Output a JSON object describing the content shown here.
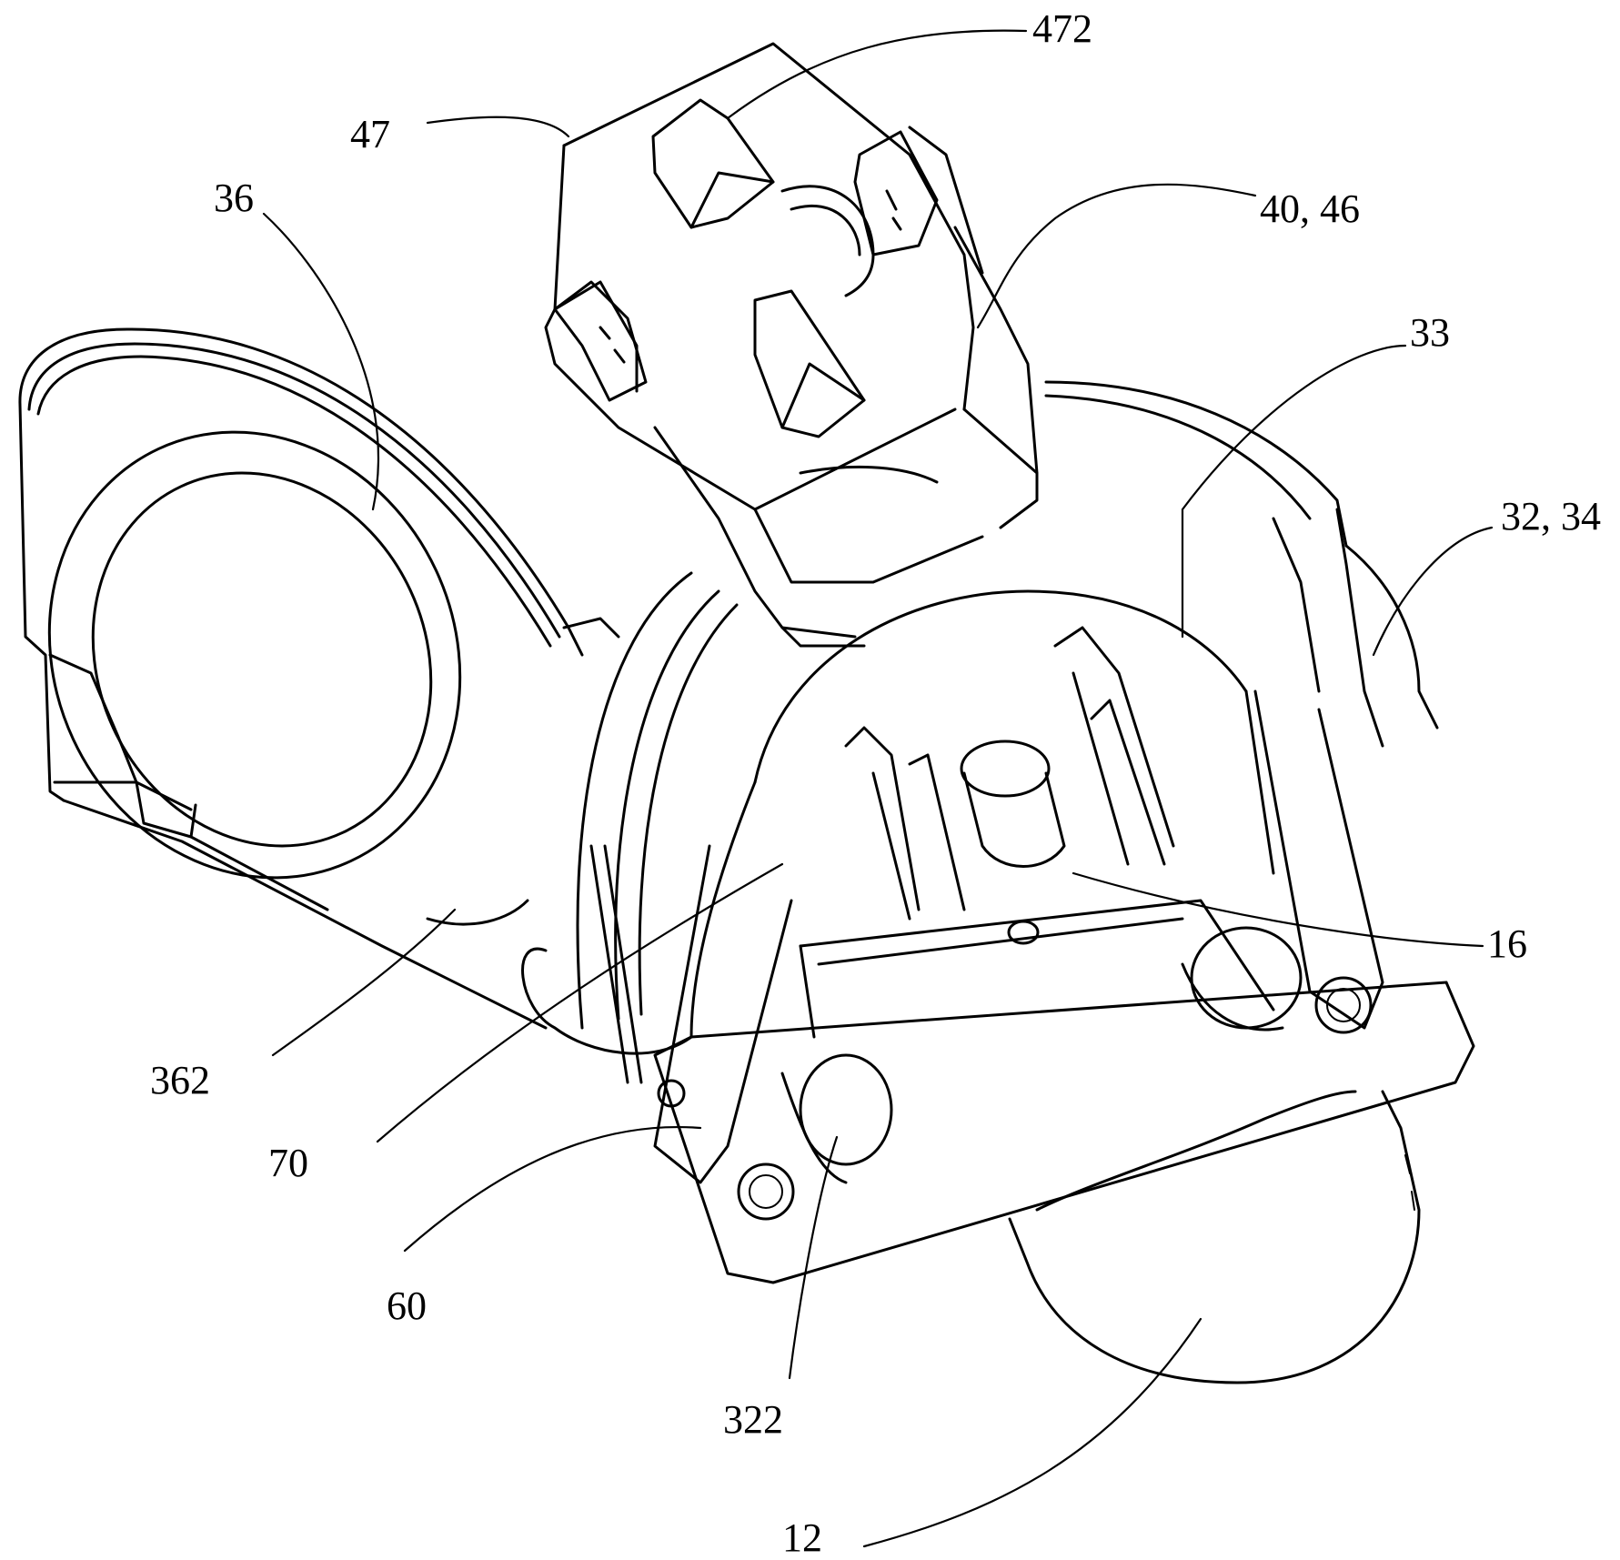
{
  "labels": {
    "l472": "472",
    "l47": "47",
    "l36": "36",
    "l4046": "40, 46",
    "l33": "33",
    "l3234": "32, 34",
    "l16": "16",
    "l362": "362",
    "l70": "70",
    "l60": "60",
    "l322": "322",
    "l12": "12"
  }
}
